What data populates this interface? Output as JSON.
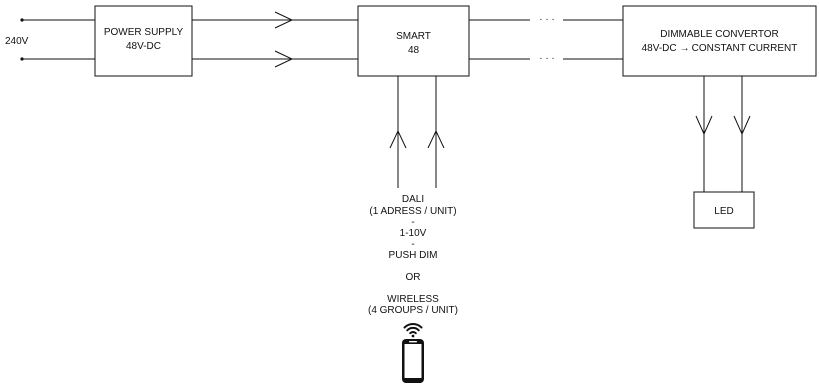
{
  "input": {
    "label": "240V"
  },
  "power_supply": {
    "line1": "POWER SUPPLY",
    "line2": "48V-DC"
  },
  "smart": {
    "line1": "SMART",
    "line2": "48"
  },
  "convertor": {
    "line1": "DIMMABLE CONVERTOR",
    "line2_left": "48V-DC",
    "arrow": "→",
    "line2_right": "CONSTANT CURRENT"
  },
  "led": {
    "label": "LED"
  },
  "continuation": "· · ·",
  "control": {
    "dali": "DALI",
    "dali_note": "(1 ADRESS / UNIT)",
    "sep1": "-",
    "v110": "1-10V",
    "sep2": "-",
    "push_dim": "PUSH DIM",
    "or": "OR",
    "wireless": "WIRELESS",
    "wireless_note": "(4 GROUPS / UNIT)"
  },
  "icons": {
    "wifi": "wifi-icon",
    "phone": "smartphone-icon"
  },
  "colors": {
    "line": "#111111",
    "background": "#ffffff"
  }
}
